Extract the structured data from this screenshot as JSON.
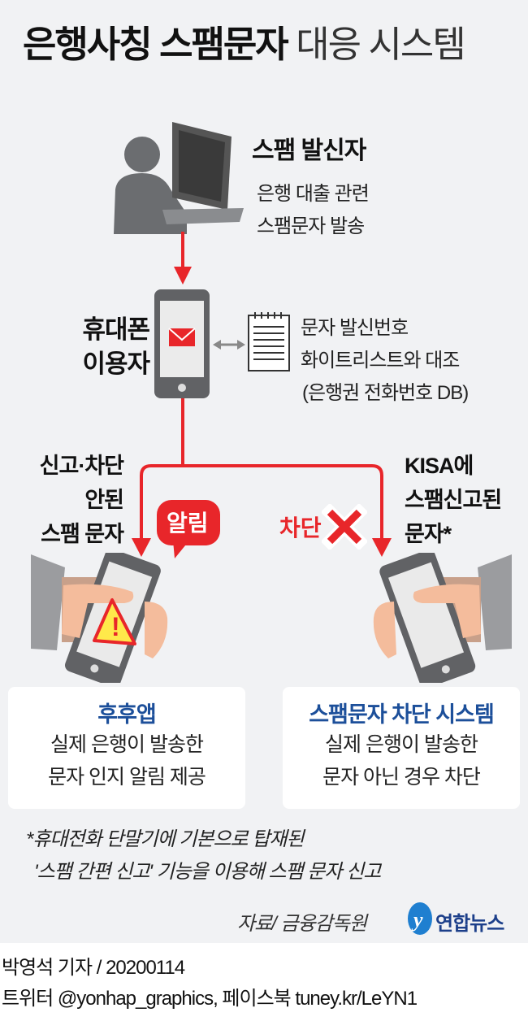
{
  "title": {
    "bold": "은행사칭 스팸문자",
    "light": "대응 시스템"
  },
  "sender": {
    "label": "스팸 발신자",
    "lines": [
      "은행 대출 관련",
      "스팸문자 발송"
    ]
  },
  "user": {
    "lines": [
      "휴대폰",
      "이용자"
    ]
  },
  "whitelist": {
    "lines": [
      "문자 발신번호",
      "화이트리스트와 대조",
      "(은행권 전화번호 DB)"
    ]
  },
  "left_branch": {
    "lines": [
      "신고·차단",
      "안된",
      "스팸 문자"
    ],
    "badge": "알림"
  },
  "right_branch": {
    "lines": [
      "KISA에",
      "스팸신고된",
      "문자*"
    ],
    "block_label": "차단"
  },
  "boxes": [
    {
      "title": "후후앱",
      "lines": [
        "실제 은행이 발송한",
        "문자 인지 알림 제공"
      ]
    },
    {
      "title": "스팸문자 차단 시스템",
      "lines": [
        "실제 은행이 발송한",
        "문자 아닌 경우 차단"
      ]
    }
  ],
  "footnote": [
    "*휴대전화 단말기에 기본으로 탑재된",
    "'스팸 간편 신고' 기능을 이용해 스팸 문자 신고"
  ],
  "source": "자료/ 금융감독원",
  "logo": "연합뉴스",
  "credit": {
    "byline": "박영석 기자 /  20200114",
    "social": "트위터 @yonhap_graphics, 페이스북 tuney.kr/LeYN1"
  },
  "colors": {
    "red": "#e8262a",
    "blue": "#1c4f9a",
    "bg": "#f1f2f4"
  }
}
